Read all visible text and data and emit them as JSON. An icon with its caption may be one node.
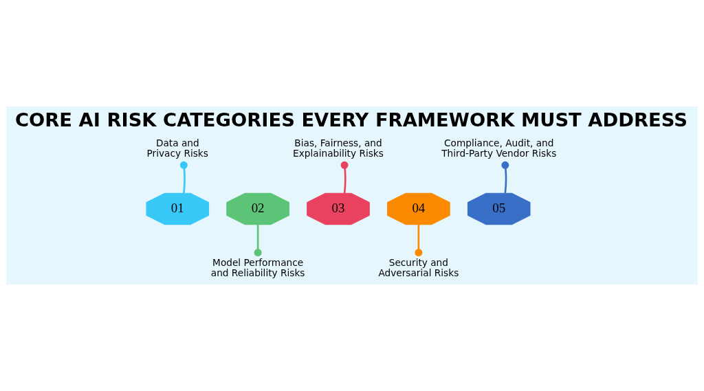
{
  "diagram": {
    "title": "CORE AI RISK CATEGORIES EVERY FRAMEWORK MUST ADDRESS",
    "nodes": [
      {
        "text": [
          "01"
        ]
      },
      {
        "text": [
          "02"
        ]
      },
      {
        "text": [
          "03"
        ]
      },
      {
        "text": [
          "04"
        ]
      },
      {
        "text": [
          "05"
        ]
      },
      {
        "text": [
          "Data and Privacy Risks"
        ]
      },
      {
        "text": [
          "Model Performance and Reliability Risks"
        ]
      },
      {
        "text": [
          "Bias, Fairness, and Explainability Risks"
        ]
      },
      {
        "text": [
          "Security and Adversarial Risks"
        ]
      },
      {
        "text": [
          "Compliance, Audit, and Third-Party Vendor Risks"
        ]
      }
    ],
    "edges": [
      {
        "from": 0,
        "to": 5,
        "arrow": "other",
        "color": "#38c8f8"
      },
      {
        "from": 1,
        "to": 6,
        "arrow": "other",
        "color": "#5cc476"
      },
      {
        "from": 2,
        "to": 7,
        "arrow": "other",
        "color": "#e8425e"
      },
      {
        "from": 3,
        "to": 8,
        "arrow": "other",
        "color": "#fb8a00"
      },
      {
        "from": 4,
        "to": 9,
        "arrow": "other",
        "color": "#3a6fc8"
      }
    ]
  }
}
